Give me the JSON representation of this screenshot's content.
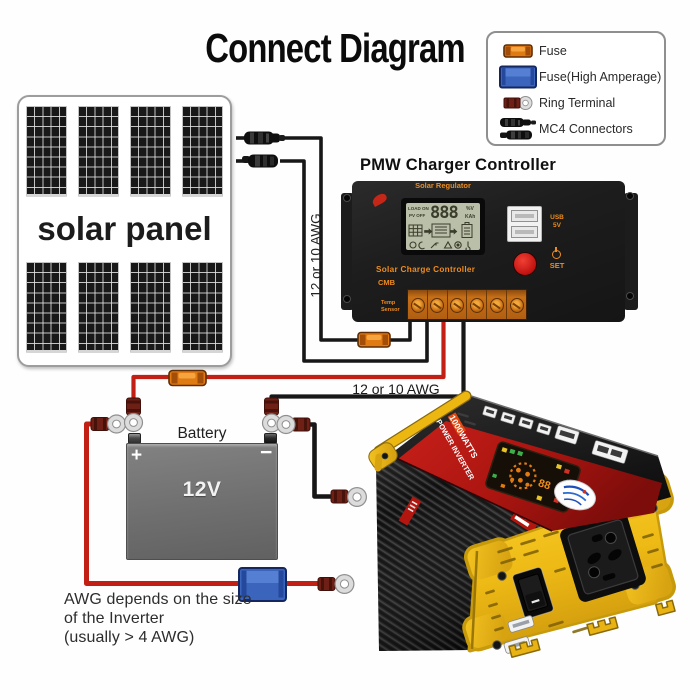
{
  "title": "Connect Diagram",
  "legend": {
    "items": [
      {
        "label": "Fuse",
        "icon": "fuse-icon"
      },
      {
        "label": "Fuse(High Amperage)",
        "icon": "fuse-high-amperage-icon"
      },
      {
        "label": "Ring Terminal",
        "icon": "ring-terminal-icon"
      },
      {
        "label": "MC4 Connectors",
        "icon": "mc4-connectors-icon"
      }
    ]
  },
  "solar_panel": {
    "label": "solar panel"
  },
  "controller": {
    "title": "PMW Charger Controller",
    "top_label": "Solar Regulator",
    "lcd": {
      "digits": "888",
      "load_on": "LOAD ON",
      "pv_off": "PV OFF",
      "unit_top": "%V",
      "unit_bottom": "KAh"
    },
    "usb_label": "USB",
    "usb_voltage": "5V",
    "set_label": "SET",
    "bottom_label": "Solar Charge Controller",
    "model_label": "CMB",
    "temp_label": "Temp",
    "sensor_label": "Sensor"
  },
  "battery": {
    "label": "Battery",
    "voltage": "12V",
    "plus": "+",
    "minus": "−"
  },
  "wires": {
    "pv_awg_label": "12 or 10 AWG",
    "battery_awg_label": "12 or 10 AWG"
  },
  "note": {
    "line1": "AWG depends on the size",
    "line2": "of the Inverter",
    "line3": "(usually > 4 AWG)"
  },
  "inverter": {
    "watts_label": "1000WATTS",
    "name_label": "POWER INVERTER"
  },
  "colors": {
    "wire_red": "#c22015",
    "wire_black": "#171717",
    "fuse_orange": "#e07a12",
    "fuse_blue": "#3b64bd",
    "controller_body": "#1b1b1b",
    "lcd_green": "#b9bfa8",
    "terminal_orange": "#c66f16",
    "battery_gray": "#707070",
    "inverter_yellow": "#f2c01d",
    "label_red": "#b51a10",
    "accent_orange_text": "#ef8c1e"
  }
}
